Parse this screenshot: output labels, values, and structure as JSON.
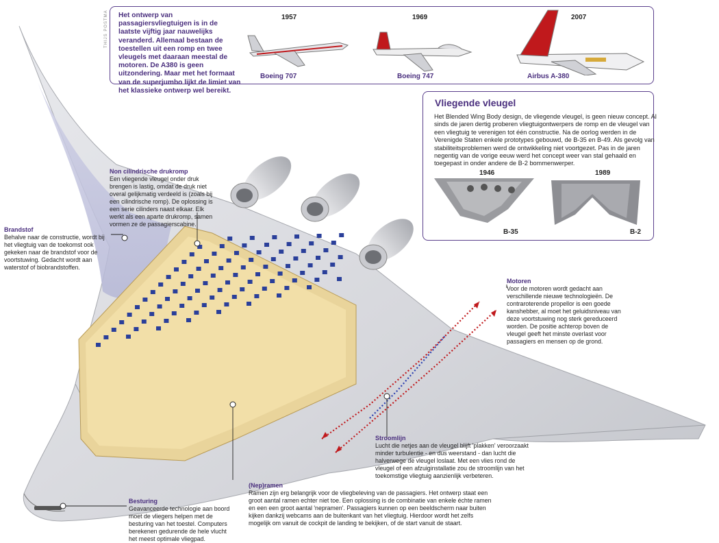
{
  "intro": {
    "text": "Het ontwerp van passagiersvliegtuigen is in de laatste vijftig jaar nauwelijks veranderd. Allemaal bestaan de toestellen uit een romp en twee vleugels met daaraan meestal de motoren. De A380 is geen uitzondering. Maar met het formaat van de superjumbo lijkt de limiet van het klassieke ontwerp wel bereikt.",
    "credit": "THIJS POSTMA"
  },
  "timeline": [
    {
      "year": "1957",
      "name": "Boeing 707"
    },
    {
      "year": "1969",
      "name": "Boeing 747"
    },
    {
      "year": "2007",
      "name": "Airbus A-380"
    }
  ],
  "vliegende": {
    "title": "Vliegende vleugel",
    "body": "Het Blended Wing Body design, de vliegende vleugel, is geen nieuw concept. Al sinds de jaren dertig proberen vliegtuigontwerpers de romp en de vleugel van een vliegtuig te verenigen tot één constructie. Na de oorlog werden in de Verenigde Staten enkele prototypes gebouwd, de B-35 en B-49. Als gevolg van stabiliteitsproblemen werd de ontwikkeling niet voortgezet. Pas in de jaren negentig van de vorige eeuw werd het concept weer van stal gehaald en toegepast in onder andere de B-2 bommenwerper.",
    "photos": [
      {
        "year": "1946",
        "name": "B-35"
      },
      {
        "year": "1989",
        "name": "B-2"
      }
    ]
  },
  "labels": {
    "drukromp": {
      "title": "Non cilindrische drukromp",
      "body": "Een vliegende vleugel onder druk brengen is lastig, omdat de druk niet overal gelijkmatig verdeeld is (zoals bij een cilindrische romp). De oplossing is een serie cilinders naast elkaar. Elk werkt als een aparte drukromp, samen vormen ze de passagierscabine."
    },
    "brandstof": {
      "title": "Brandstof",
      "body": "Behalve naar de constructie, wordt bij het vliegtuig van de toekomst ook gekeken naar de brandstof voor de voortstuwing. Gedacht wordt aan waterstof of biobrandstoffen."
    },
    "motoren": {
      "title": "Motoren",
      "body": "Voor de motoren wordt gedacht aan verschillende nieuwe technologieën. De contraroterende propellor is een goede kanshebber, al moet het geluidsniveau van deze voortstuwing nog sterk gereduceerd worden. De positie achterop boven de vleugel geeft het minste overlast voor passagiers en mensen op de grond."
    },
    "stroomlijn": {
      "title": "Stroomlijn",
      "body": "Lucht die netjes aan de vleugel blijft 'plakken' veroorzaakt minder turbulentie - en dus weerstand - dan lucht die halverwege de vleugel loslaat. Met een vlies rond de vleugel of een afzuiginstallatie zou de stroomlijn van het toekomstige vliegtuig aanzienlijk verbeteren."
    },
    "ramen": {
      "title": "(Nep)ramen",
      "body": "Ramen zijn erg belangrijk voor de vliegbeleving van de passagiers. Het ontwerp staat een groot aantal ramen echter niet toe. Een oplossing is de combinatie van enkele échte ramen en een een groot aantal 'nepramen'. Passagiers kunnen op een beeldscherm naar buiten kijken dankzij webcams aan de buitenkant van het vliegtuig. Hierdoor wordt het zelfs mogelijk om vanuit de cockpit de landing te bekijken, of de start vanuit de staart."
    },
    "besturing": {
      "title": "Besturing",
      "body": "Geavanceerde technologie aan boord moet de vliegers helpen met de besturing van het toestel. Computers berekenen gedurende de hele vlucht het meest optimale vliegpad."
    }
  },
  "colors": {
    "accent": "#4a2f7e",
    "cabin": "#f2dfa8",
    "seat": "#2a3f9a",
    "body": "#dcdde2",
    "arrow_red": "#c0191c",
    "arrow_blue": "#2a3fb0"
  }
}
